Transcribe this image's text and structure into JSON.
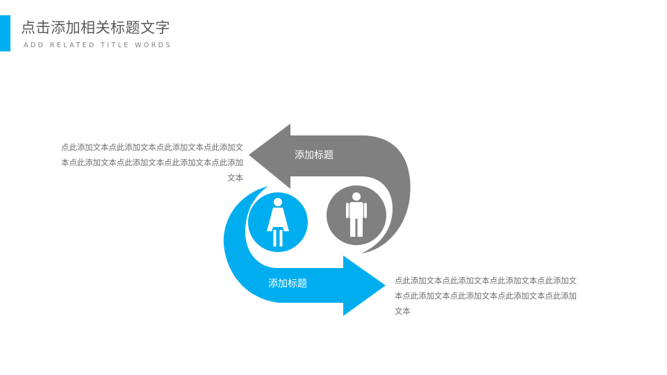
{
  "header": {
    "title": "点击添加相关标题文字",
    "subtitle": "ADD RELATED TITLE WORDS"
  },
  "items": [
    {
      "label": "添加标题",
      "body": "点此添加文本点此添加文本点此添加文本点此添加文本点此添加文本点此添加文本点此添加文本点此添加文本",
      "color": "#808080",
      "icon": "male-person-icon"
    },
    {
      "label": "添加标题",
      "body": "点此添加文本点此添加文本点此添加文本点此添加文本点此添加文本点此添加文本点此添加文本点此添加文本",
      "color": "#00aeef",
      "icon": "female-person-icon"
    }
  ],
  "colors": {
    "accent": "#00aeef",
    "gray": "#808080"
  }
}
